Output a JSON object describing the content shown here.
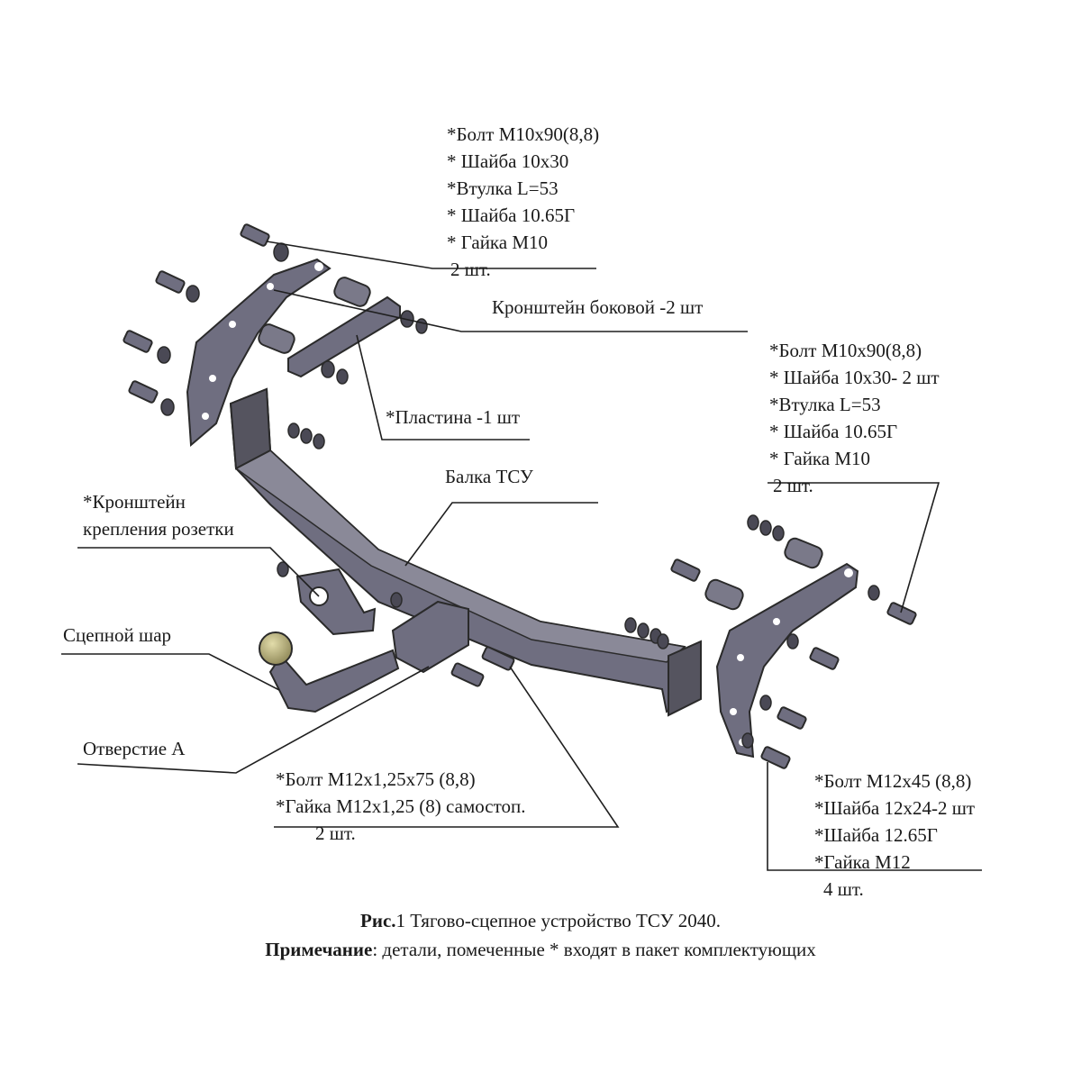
{
  "labels": {
    "top_fasteners": [
      "*Болт М10х90(8,8)",
      "* Шайба 10х30",
      "*Втулка L=53",
      "* Шайба 10.65Г",
      "* Гайка М10",
      "2 шт."
    ],
    "side_bracket": "Кронштейн боковой  -2 шт",
    "right_fasteners": [
      "*Болт М10х90(8,8)",
      "* Шайба 10х30- 2 шт",
      "*Втулка L=53",
      "* Шайба 10.65Г",
      "* Гайка М10",
      "2 шт."
    ],
    "plate": "*Пластина  -1 шт",
    "beam": "Балка ТСУ",
    "socket_bracket": [
      "*Кронштейн",
      "крепления розетки"
    ],
    "tow_ball": "Сцепной шар",
    "hole_a": "Отверстие А",
    "center_fasteners": [
      "*Болт М12х1,25х75 (8,8)",
      "*Гайка М12х1,25  (8) самостоп.",
      "2 шт."
    ],
    "bottom_right_fasteners": [
      "*Болт М12х45 (8,8)",
      "*Шайба 12х24-2 шт",
      "*Шайба 12.65Г",
      "*Гайка М12",
      "4 шт."
    ]
  },
  "caption": {
    "line1_bold": "Рис.",
    "line1_rest": "1 Тягово-сцепное устройство ТСУ 2040.",
    "line2_bold": "Примечание",
    "line2_rest": ": детали, помеченные * входят в пакет комплектующих"
  },
  "colors": {
    "part_fill": "#6f6e80",
    "part_dark": "#45444f",
    "part_light": "#9a99a8",
    "ball": "#b9b17a",
    "line": "#1f1f1f"
  }
}
